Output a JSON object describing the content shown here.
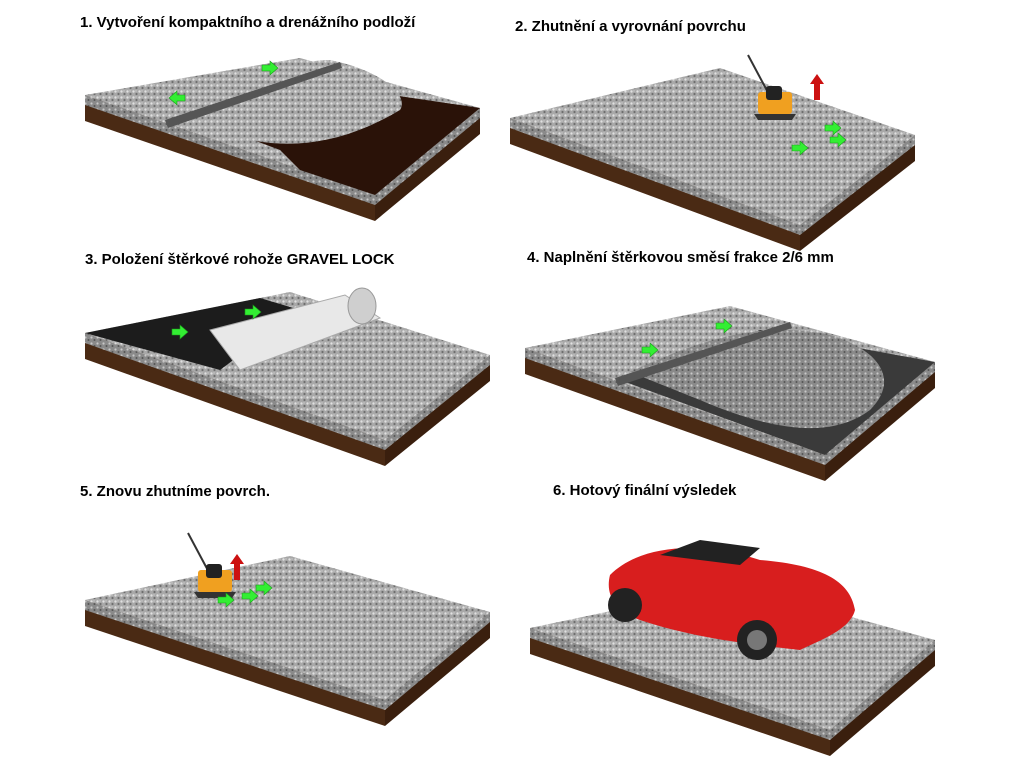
{
  "steps": [
    {
      "label": "1. Vytvoření kompaktního a drenážního podloží"
    },
    {
      "label": "2. Zhutnění a vyrovnání povrchu"
    },
    {
      "label": "3. Položení štěrkové rohože GRAVEL LOCK"
    },
    {
      "label": "4. Naplnění štěrkovou směsí frakce 2/6 mm"
    },
    {
      "label": "5. Znovu zhutníme povrch."
    },
    {
      "label": "6. Hotový finální výsledek"
    }
  ],
  "colors": {
    "gravel": "#a9a9a9",
    "soil": "#4a2a14",
    "arrow": "#33ee33",
    "mat": "#1c1c1c",
    "car": "#d81e1e",
    "compactor": "#f0a020",
    "up_arrow": "#cc1111"
  }
}
